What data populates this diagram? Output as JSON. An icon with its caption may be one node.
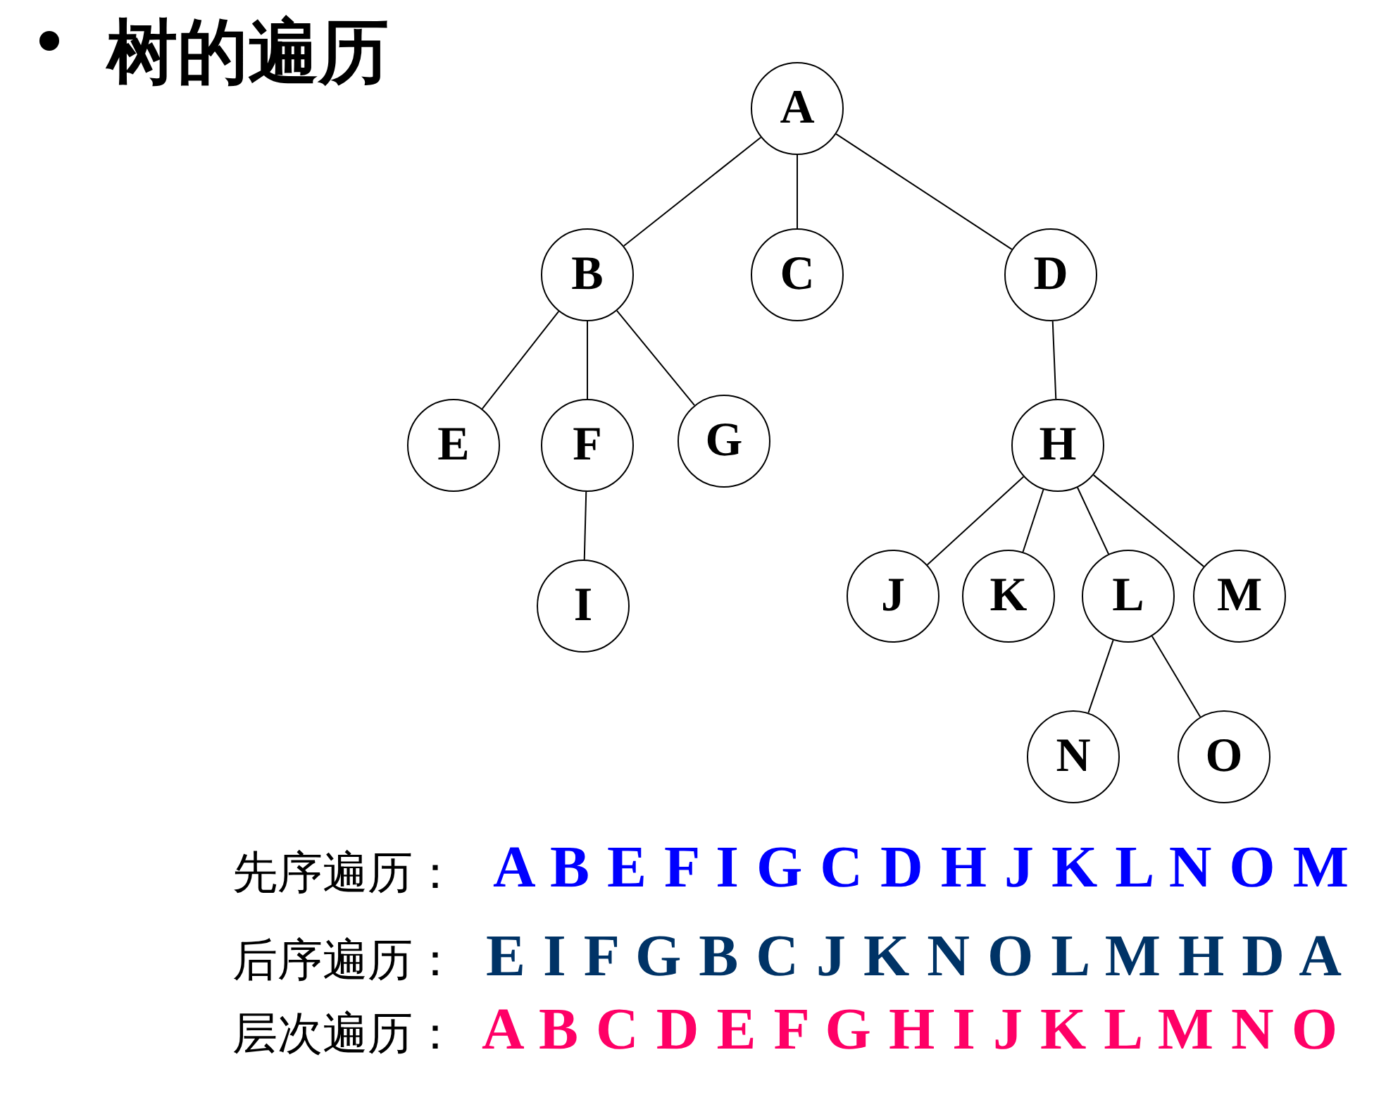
{
  "diagram": {
    "title": "树的遍历",
    "nodes": [
      {
        "text": [
          "A"
        ]
      },
      {
        "text": [
          "B"
        ]
      },
      {
        "text": [
          "C"
        ]
      },
      {
        "text": [
          "D"
        ]
      },
      {
        "text": [
          "E"
        ]
      },
      {
        "text": [
          "F"
        ]
      },
      {
        "text": [
          "G"
        ]
      },
      {
        "text": [
          "H"
        ]
      },
      {
        "text": [
          "I"
        ]
      },
      {
        "text": [
          "J"
        ]
      },
      {
        "text": [
          "K"
        ]
      },
      {
        "text": [
          "L"
        ]
      },
      {
        "text": [
          "M"
        ]
      },
      {
        "text": [
          "N"
        ]
      },
      {
        "text": [
          "O"
        ]
      }
    ],
    "edges": [
      {
        "from": 0,
        "to": 1,
        "arrow": "none"
      },
      {
        "from": 0,
        "to": 2,
        "arrow": "none"
      },
      {
        "from": 0,
        "to": 3,
        "arrow": "none"
      },
      {
        "from": 1,
        "to": 4,
        "arrow": "none"
      },
      {
        "from": 1,
        "to": 5,
        "arrow": "none"
      },
      {
        "from": 1,
        "to": 6,
        "arrow": "none"
      },
      {
        "from": 3,
        "to": 7,
        "arrow": "none"
      },
      {
        "from": 5,
        "to": 8,
        "arrow": "none"
      },
      {
        "from": 7,
        "to": 9,
        "arrow": "none"
      },
      {
        "from": 7,
        "to": 10,
        "arrow": "none"
      },
      {
        "from": 7,
        "to": 11,
        "arrow": "none"
      },
      {
        "from": 7,
        "to": 12,
        "arrow": "none"
      },
      {
        "from": 11,
        "to": 13,
        "arrow": "none"
      },
      {
        "from": 11,
        "to": 14,
        "arrow": "none"
      }
    ],
    "labels": [
      "先序遍历：",
      "A B E F I G C D H J K L N O M",
      "后序遍历：",
      "E I F G B C J K N O L M H D A",
      "层次遍历：",
      "A B C D E F G H I J K L M N O"
    ]
  }
}
